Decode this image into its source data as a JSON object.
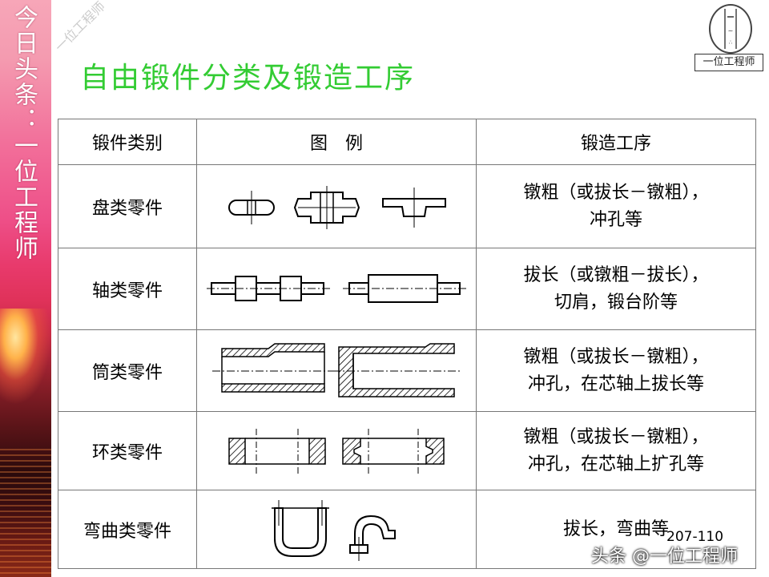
{
  "sidebar": {
    "text": "今日头条：一位工程师"
  },
  "watermark_top": "一位工程师",
  "logo": {
    "label": "一位工程师"
  },
  "title": "自由锻件分类及锻造工序",
  "table": {
    "headers": [
      "锻件类别",
      "图　例",
      "锻造工序"
    ],
    "rows": [
      {
        "category": "盘类零件",
        "process": [
          "镦粗（或拔长－镦粗），",
          "冲孔等"
        ],
        "figure_icon": "disc-parts-figure"
      },
      {
        "category": "轴类零件",
        "process": [
          "拔长（或镦粗－拔长），",
          "切肩，锻台阶等"
        ],
        "figure_icon": "shaft-parts-figure"
      },
      {
        "category": "筒类零件",
        "process": [
          "镦粗（或拔长－镦粗），",
          "冲孔，在芯轴上拔长等"
        ],
        "figure_icon": "tube-parts-figure"
      },
      {
        "category": "环类零件",
        "process": [
          "镦粗（或拔长－镦粗），",
          "冲孔，在芯轴上扩孔等"
        ],
        "figure_icon": "ring-parts-figure"
      },
      {
        "category": "弯曲类零件",
        "process": [
          "拔长，弯曲等"
        ],
        "figure_icon": "bent-parts-figure"
      }
    ]
  },
  "page_number": "207-110",
  "watermark_bottom": "头条 @一位工程师"
}
